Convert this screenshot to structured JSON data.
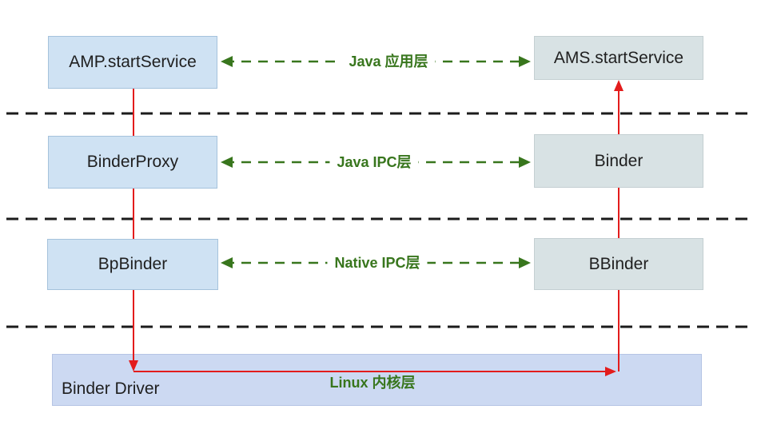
{
  "colors": {
    "box-left-fill": "#cfe2f3",
    "box-left-border": "#a5c2dc",
    "box-right-fill": "#d8e2e4",
    "box-right-border": "#c4cfd2",
    "kernel-fill": "#ccd9f2",
    "kernel-border": "#b5c4e4",
    "arrow-red": "#e31c1c",
    "label-green": "#38761d",
    "separator-black": "#1b1b1b",
    "text": "#1f1f1f"
  },
  "layers": [
    {
      "label": "Java 应用层",
      "client": "AMP.startService",
      "server": "AMS.startService"
    },
    {
      "label": "Java IPC层",
      "client": "BinderProxy",
      "server": "Binder"
    },
    {
      "label": "Native IPC层",
      "client": "BpBinder",
      "server": "BBinder"
    },
    {
      "label": "Linux 内核层",
      "kernel": "Binder Driver"
    }
  ]
}
